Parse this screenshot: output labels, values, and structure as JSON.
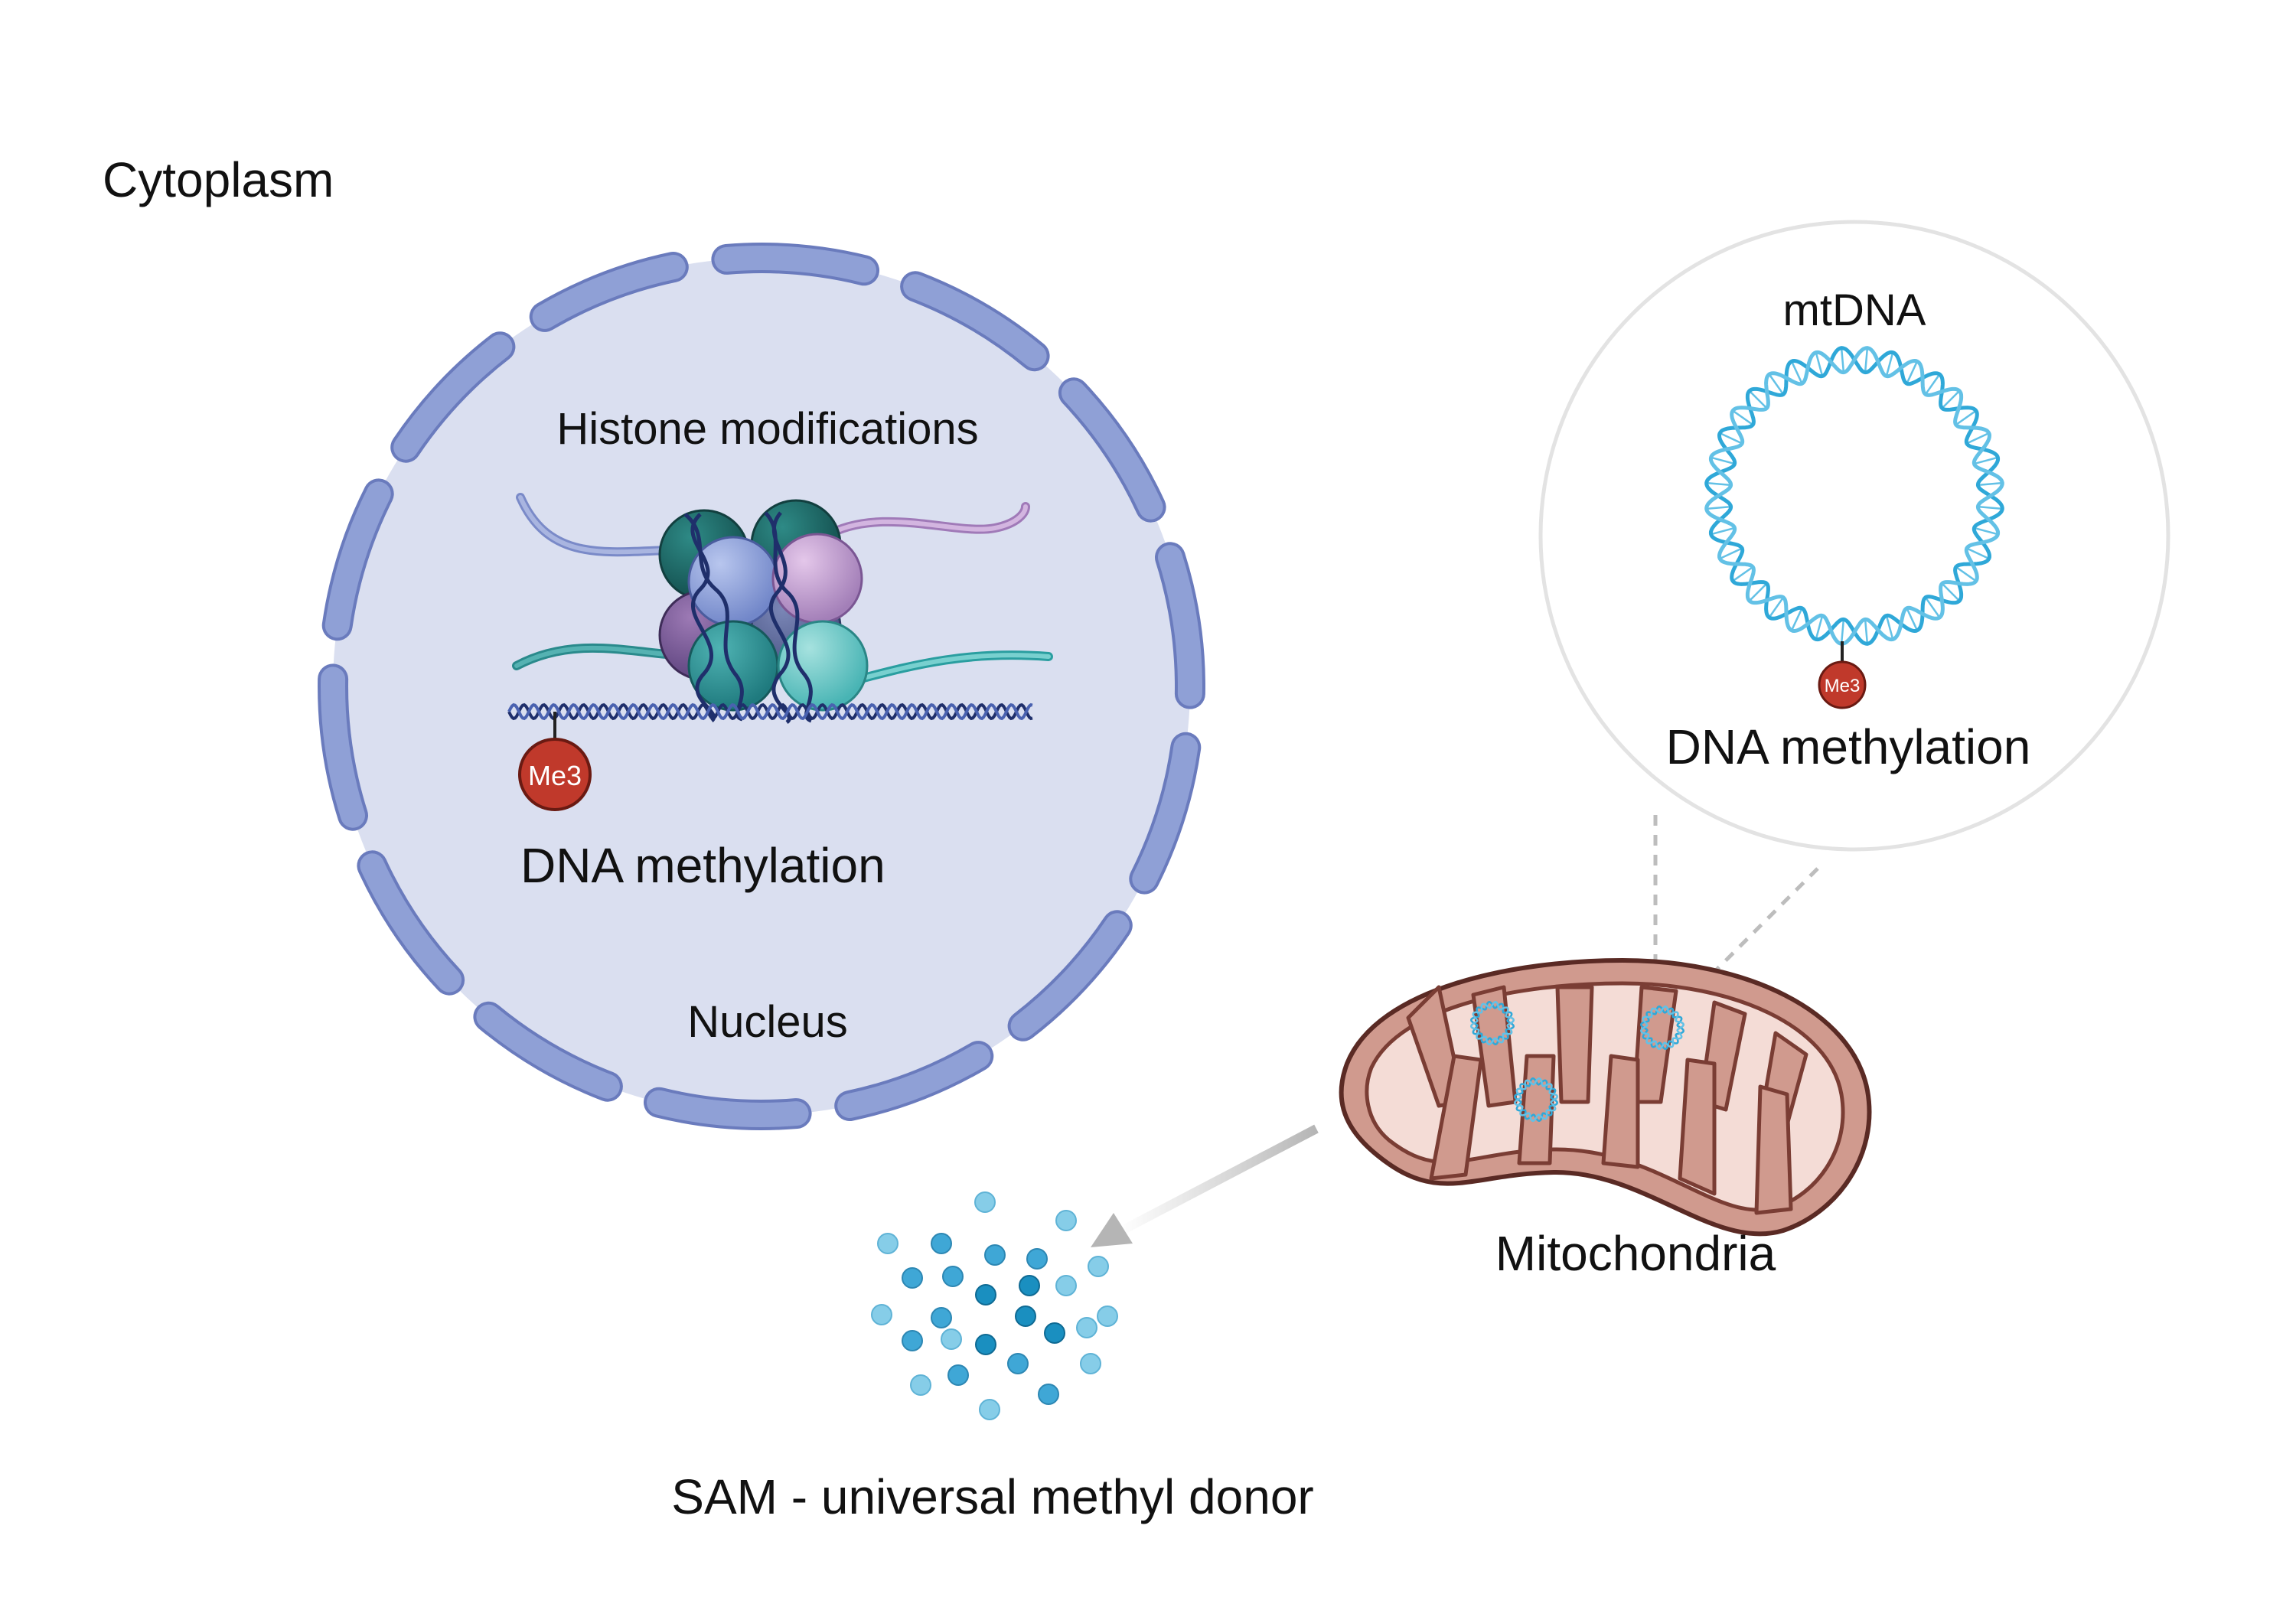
{
  "labels": {
    "cytoplasm": "Cytoplasm",
    "histone": "Histone modifications",
    "nuclear_dna_methylation": "DNA methylation",
    "nucleus": "Nucleus",
    "mtdna": "mtDNA",
    "mt_dna_methylation": "DNA methylation",
    "mitochondria": "Mitochondria",
    "sam": "SAM - universal methyl donor",
    "me3_nuclear": "Me3",
    "me3_mito": "Me3"
  },
  "colors": {
    "nucleus_fill": "#dadff0",
    "nucleus_envelope": "#8fa0d6",
    "envelope_stroke": "#6a7bbd",
    "methyl_tag": "#c0392b",
    "dna_helix": "#1f2f6b",
    "mtdna_helix": "#2fa8d8",
    "mito_outer": "#d09a8e",
    "mito_inner": "#f4dcd6",
    "sam_dark": "#1a8fc0",
    "sam_mid": "#3fa7d6",
    "sam_light": "#86cde8"
  },
  "icons": {
    "nucleosome": "nucleosome-icon",
    "mitochondrion": "mitochondrion-icon",
    "sam_cluster": "molecule-cluster-icon",
    "circular_dna": "circular-dna-icon"
  }
}
